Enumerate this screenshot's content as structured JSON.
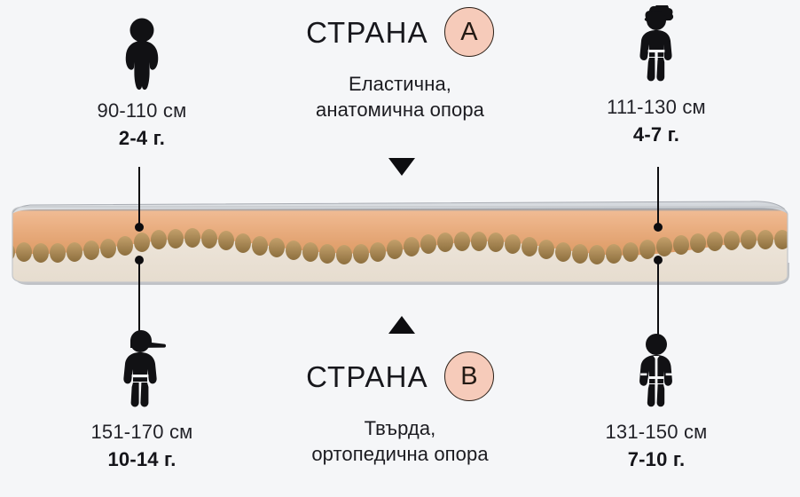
{
  "background_color": "#f5f6f8",
  "accent_badge_color": "#f6cbba",
  "ink_color": "#17171c",
  "sides": {
    "top": {
      "title": "СТРАНА",
      "badge": "A",
      "description_line1": "Еластична,",
      "description_line2": "анатомична опора",
      "arrow": "arrow-down"
    },
    "bottom": {
      "title": "СТРАНА",
      "badge": "B",
      "description_line1": "Твърда,",
      "description_line2": "ортопедична опора",
      "arrow": "arrow-up"
    }
  },
  "age_groups": [
    {
      "position": "top-left",
      "icon": "toddler-figure-icon",
      "height": "90-110 см",
      "age": "2-4 г."
    },
    {
      "position": "top-right",
      "icon": "curly-hair-child-figure-icon",
      "height": "111-130 см",
      "age": "4-7 г."
    },
    {
      "position": "bottom-left",
      "icon": "cap-wearing-teen-figure-icon",
      "height": "151-170 см",
      "age": "10-14 г."
    },
    {
      "position": "bottom-right",
      "icon": "jacket-child-figure-icon",
      "height": "131-150 см",
      "age": "7-10 г."
    }
  ],
  "mattress": {
    "name": "two-sided-mattress-cutaway",
    "layers": [
      {
        "name": "quilted-cover",
        "color": "#b9bcc2"
      },
      {
        "name": "elastic-foam-layer",
        "color": "#e9a979"
      },
      {
        "name": "bumpy-profile-interface",
        "color": "#a8824e"
      },
      {
        "name": "firm-orthopedic-core",
        "color": "#ece3d8"
      },
      {
        "name": "base-edge",
        "color": "#b0b2b6"
      }
    ]
  }
}
